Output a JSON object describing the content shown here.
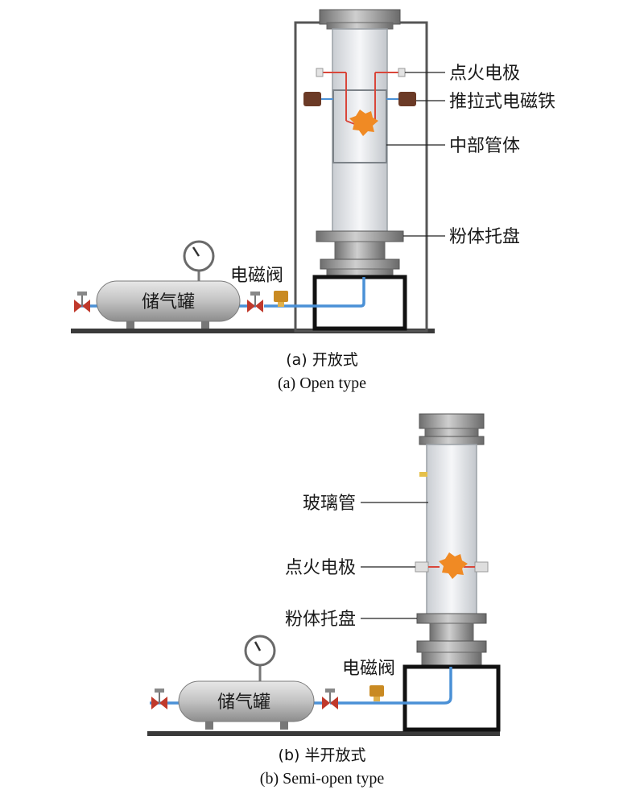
{
  "panel_a": {
    "labels": {
      "ignition_electrode": "点火电极",
      "push_pull_magnet": "推拉式电磁铁",
      "middle_tube": "中部管体",
      "powder_tray": "粉体托盘",
      "solenoid_valve": "电磁阀",
      "gas_tank": "储气罐"
    },
    "caption_cn": "(a) 开放式",
    "caption_en": "(a) Open type"
  },
  "panel_b": {
    "labels": {
      "glass_tube": "玻璃管",
      "ignition_electrode": "点火电极",
      "powder_tray": "粉体托盘",
      "solenoid_valve": "电磁阀",
      "gas_tank": "储气罐"
    },
    "caption_cn": "(b) 半开放式",
    "caption_en": "(b) Semi-open type"
  },
  "colors": {
    "pipe": "#4a90d6",
    "valve": "#c0392b",
    "tank": "#c4c4c4",
    "solenoid": "#c98a22",
    "flame": "#f08a24",
    "magnet": "#6b3a26",
    "electrode": "#d9463a"
  }
}
